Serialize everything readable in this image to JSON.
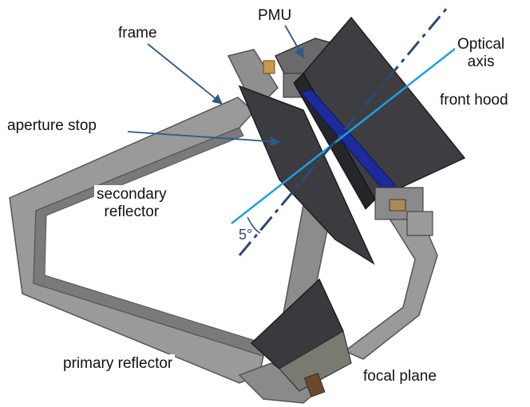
{
  "labels": {
    "pmu": "PMU",
    "frame": "frame",
    "optical_axis_line1": "Optical",
    "optical_axis_line2": "axis",
    "front_hood": "front hood",
    "aperture_stop": "aperture stop",
    "secondary_reflector_line1": "secondary",
    "secondary_reflector_line2": "reflector",
    "angle": "5°",
    "primary_reflector": "primary reflector",
    "focal_plane": "focal plane"
  },
  "colors": {
    "frame": "#8c8c8c",
    "frame_dark": "#5a5a5a",
    "hood": "#3a3a3e",
    "hood_dark": "#242428",
    "reflector_stripe": "#1c2a9c",
    "optical_axis": "#1aa0e8",
    "dashed_axis": "#2a4a7a",
    "arrow": "#2a5a8a",
    "connector": "#8a6a3a"
  }
}
